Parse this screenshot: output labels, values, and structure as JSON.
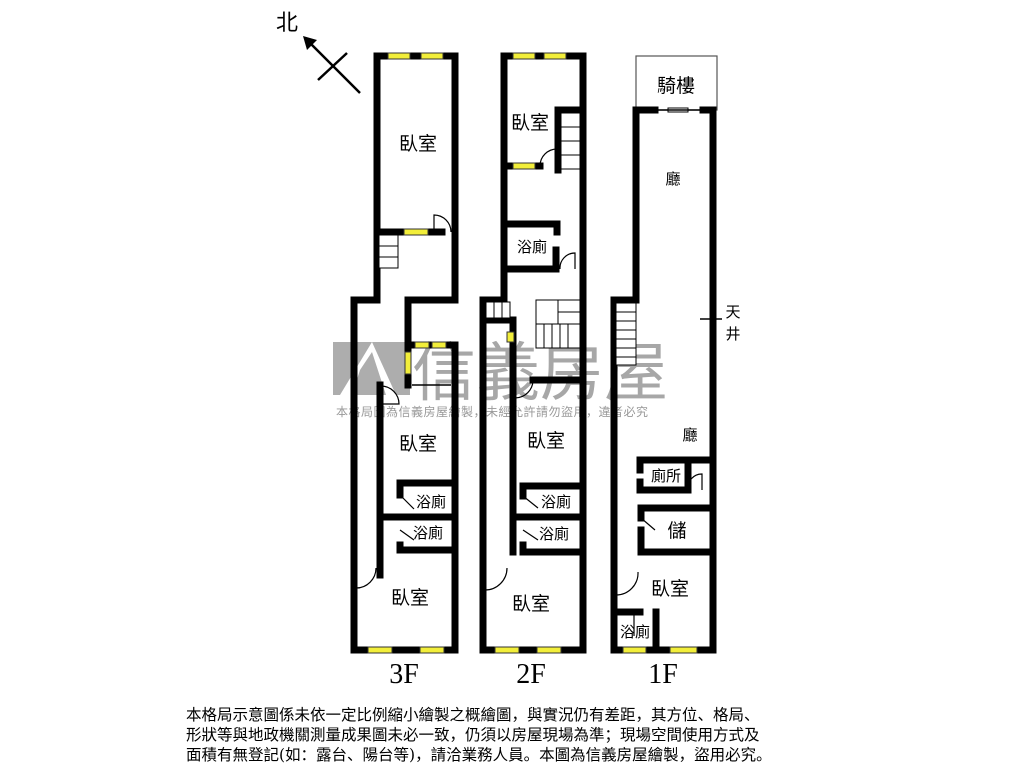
{
  "compass": {
    "north_label": "北"
  },
  "watermark": {
    "brand": "信義房屋",
    "notice": "本格局圖為信義房屋繪製，未經允許請勿盜用，違者必究"
  },
  "floors": {
    "f3": {
      "label": "3F",
      "rooms": [
        "臥室",
        "臥室",
        "浴廁",
        "浴廁",
        "臥室"
      ]
    },
    "f2": {
      "label": "2F",
      "rooms": [
        "臥室",
        "浴廁",
        "臥室",
        "浴廁",
        "浴廁",
        "臥室"
      ]
    },
    "f1": {
      "label": "1F",
      "rooms": [
        "騎樓",
        "廳",
        "天",
        "井",
        "廳",
        "廁所",
        "儲",
        "臥室",
        "浴廁"
      ]
    }
  },
  "disclaimer": "本格局示意圖係未依一定比例縮小繪製之概繪圖，與實況仍有差距，其方位、格局、\n形狀等與地政機關測量成果圖未必一致，仍須以房屋現場為準；現場空間使用方式及\n面積有無登記(如：露台、陽台等)，請洽業務人員。本圖為信義房屋繪製，盜用必究。",
  "colors": {
    "window": "#f2ee3a",
    "wall": "#000000",
    "watermark": "#8a8a8a"
  }
}
